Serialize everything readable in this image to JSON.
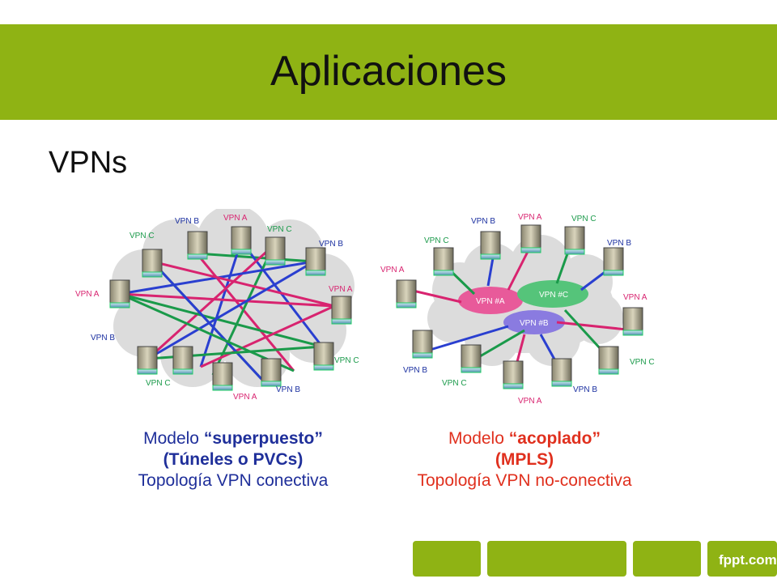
{
  "slide": {
    "title": "Aplicaciones",
    "subtitle": "VPNs",
    "brand": "fppt.com",
    "accent_color": "#8fb314"
  },
  "left_diagram": {
    "labels": [
      "VPN B",
      "VPN A",
      "VPN C",
      "VPN C",
      "VPN B",
      "VPN A",
      "VPN A",
      "VPN B",
      "VPN C",
      "VPN C",
      "VPN A",
      "VPN B"
    ],
    "caption_line1_a": "Modelo",
    "caption_line1_b": "“superpuesto”",
    "caption_line2": "(Túneles o PVCs)",
    "caption_line3": "Topología VPN conectiva",
    "caption_color": "#1f2f9a"
  },
  "right_diagram": {
    "labels": [
      "VPN B",
      "VPN A",
      "VPN C",
      "VPN C",
      "VPN B",
      "VPN A",
      "VPN A",
      "VPN B",
      "VPN C",
      "VPN C",
      "VPN A",
      "VPN B"
    ],
    "cloud_labels": [
      "VPN #A",
      "VPN #C",
      "VPN #B"
    ],
    "caption_line1_a": "Modelo",
    "caption_line1_b": "“acoplado”",
    "caption_line2": "(MPLS)",
    "caption_line3": "Topología VPN no-conectiva",
    "caption_color": "#e0301e"
  }
}
